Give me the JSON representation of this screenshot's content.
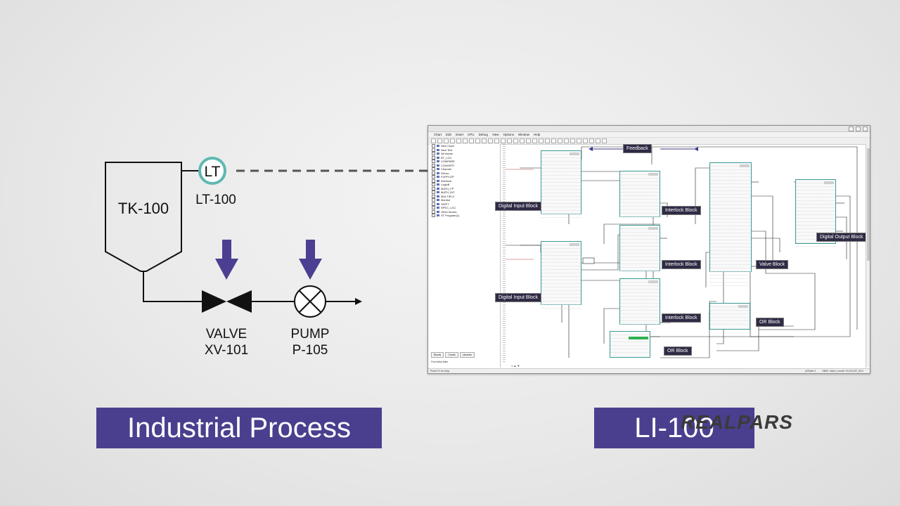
{
  "process": {
    "tank_label": "TK-100",
    "level_transmitter_symbol": "LT",
    "level_transmitter_tag": "LT-100",
    "valve_label": "VALVE",
    "valve_tag": "XV-101",
    "pump_label": "PUMP",
    "pump_tag": "P-105"
  },
  "colors": {
    "accent_purple": "#4a3f8e",
    "arrow_purple": "#4b3f91",
    "instrument_ring": "#5fb8b0",
    "block_border": "#3c9a96",
    "tag_dark": "#2f2a44",
    "status_green": "#30b24f"
  },
  "software": {
    "menu": [
      "Chart",
      "Edit",
      "Insert",
      "CPU",
      "Debug",
      "View",
      "Options",
      "Window",
      "Help"
    ],
    "tree_items": [
      "New Chart",
      "New Text",
      "All blocks",
      "BT_LGC",
      "COMPARE",
      "CONVERT",
      "Channel",
      "Drives",
      "FUPPLOP",
      "Interlock",
      "LogicB",
      "MATH_FP",
      "MATH_INT",
      "MULTIPLX",
      "Monitor",
      "SHIFT",
      "SPEC_LGC",
      "Other blocks",
      "ST Program(1)"
    ],
    "tree_tabs": [
      "Blocks",
      "Charts",
      "Libraries"
    ],
    "find_label": "Find initial letter",
    "status_left": "Press F1 for help.",
    "status_sheet": "A/Sheet 1",
    "status_block": "OB32: Valve_Level1/ XV101/OF_DO1",
    "pager": "1 ▲ ▼"
  },
  "diagram": {
    "feedback_label": "Feedback",
    "digital_input_1": "Digital Input Block",
    "digital_input_2": "Digital Input Block",
    "interlock_1": "Interlock Block",
    "interlock_2": "Interlock Block",
    "interlock_3": "Interlock Block",
    "valve_block": "Valve Block",
    "digital_output": "Digital Output Block",
    "or_block_1": "OR Block",
    "or_block_2": "OR Block"
  },
  "captions": {
    "left": "Industrial Process",
    "right": "LI-100"
  },
  "brand": "REALPARS"
}
